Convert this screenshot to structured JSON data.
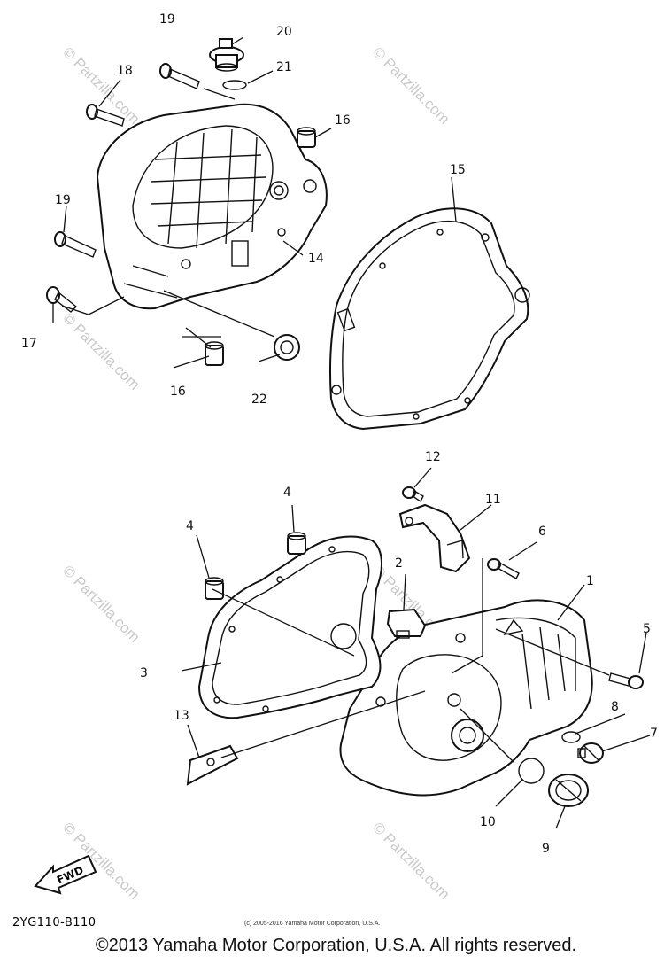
{
  "callouts": {
    "c1": "1",
    "c2": "2",
    "c3": "3",
    "c4a": "4",
    "c4b": "4",
    "c5": "5",
    "c6": "6",
    "c7": "7",
    "c8": "8",
    "c9": "9",
    "c10": "10",
    "c11": "11",
    "c12": "12",
    "c13": "13",
    "c14": "14",
    "c15": "15",
    "c16a": "16",
    "c16b": "16",
    "c17": "17",
    "c18": "18",
    "c19a": "19",
    "c19b": "19",
    "c20": "20",
    "c21": "21",
    "c22": "22"
  },
  "watermark": "© Partzilla.com",
  "fwd_label": "FWD",
  "diagram_code": "2YG110-B110",
  "small_copyright": "(c) 2005-2016 Yamaha Motor Corporation, U.S.A.",
  "copyright": "©2013 Yamaha Motor Corporation, U.S.A. All rights reserved."
}
